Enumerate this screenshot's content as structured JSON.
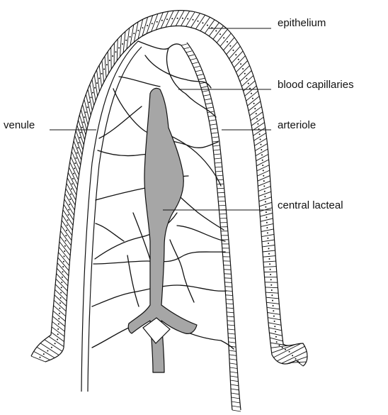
{
  "diagram": {
    "labels": {
      "epithelium": "epithelium",
      "blood_capillaries": "blood capillaries",
      "arteriole": "arteriole",
      "venule": "venule",
      "central_lacteal": "central lacteal"
    },
    "colors": {
      "line": "#111111",
      "lacteal_fill": "#a6a6a6",
      "cell_fill": "#ffffff",
      "background": "#ffffff"
    }
  }
}
